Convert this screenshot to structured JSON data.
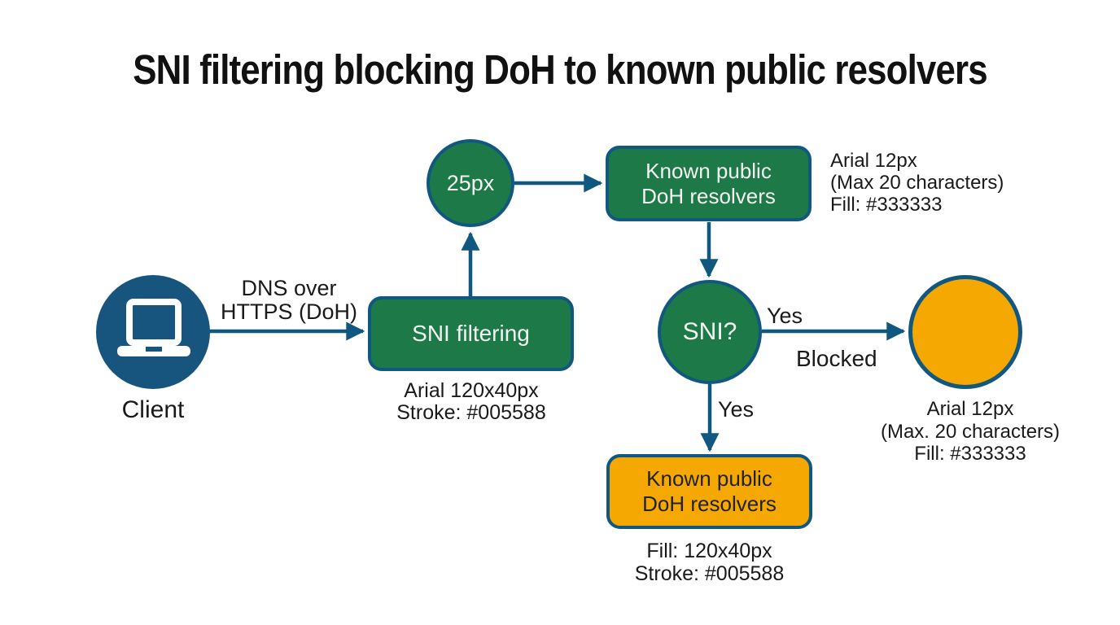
{
  "title": "SNI filtering blocking DoH to known public resolvers",
  "colors": {
    "stroke_blue": "#10587f",
    "client_blue": "#17557f",
    "node_green": "#1e7948",
    "node_orange": "#f6a802",
    "annotation_text": "#1a1a1a",
    "node_text_light": "#f2f2f2"
  },
  "nodes": {
    "client": {
      "label": "Client",
      "icon": "laptop-icon"
    },
    "size_circle": {
      "label": "25px"
    },
    "sni_filtering": {
      "label": "SNI filtering",
      "caption": {
        "line1": "Arial 120x40px",
        "line2": "Stroke: #005588"
      }
    },
    "doh_resolvers_green": {
      "label": {
        "line1": "Known public",
        "line2": "DoH resolvers"
      },
      "annotation": {
        "line1": "Arial 12px",
        "line2": "(Max 20 characters)",
        "line3": "Fill: #333333"
      }
    },
    "sni_decision": {
      "label": "SNI?"
    },
    "blocked_circle": {
      "annotation": {
        "line1": "Arial 12px",
        "line2": "(Max. 20 characters)",
        "line3": "Fill: #333333"
      }
    },
    "doh_resolvers_orange": {
      "label": {
        "line1": "Known public",
        "line2": "DoH resolvers"
      },
      "caption": {
        "line1": "Fill: 120x40px",
        "line2": "Stroke: #005588"
      }
    }
  },
  "edges": {
    "client_to_sni_filtering": {
      "label": {
        "line1": "DNS over",
        "line2": "HTTPS (DoH)"
      }
    },
    "sni_decision_to_blocked": {
      "label_above": "Yes",
      "label_below": "Blocked"
    },
    "sni_decision_to_orange": {
      "label": "Yes"
    }
  }
}
